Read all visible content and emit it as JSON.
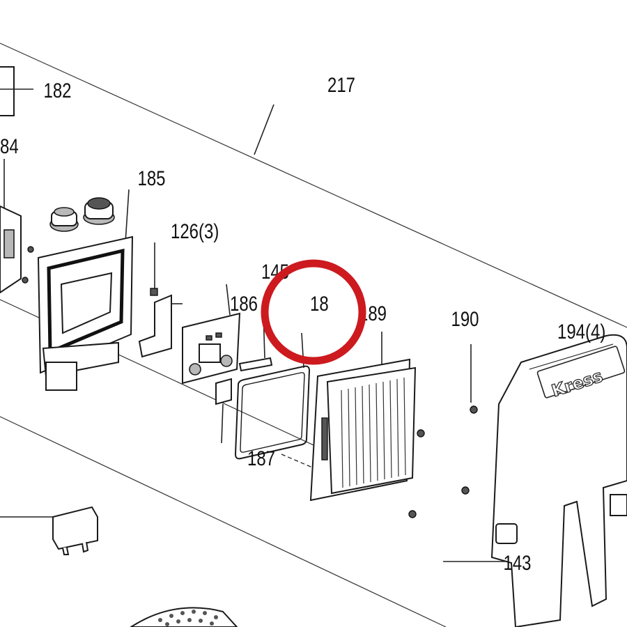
{
  "diagram": {
    "labels": {
      "l182": "182",
      "l217": "217",
      "l184": "84",
      "l185": "185",
      "l126": "126(3)",
      "l145": "145",
      "l186": "186",
      "l188": "18",
      "l189": "189",
      "l190": "190",
      "l194": "194(4)",
      "l187": "187",
      "l143": "143"
    },
    "logo_text": "Kress",
    "highlight_color": "#cc1a1f",
    "line_color": "#222222"
  }
}
